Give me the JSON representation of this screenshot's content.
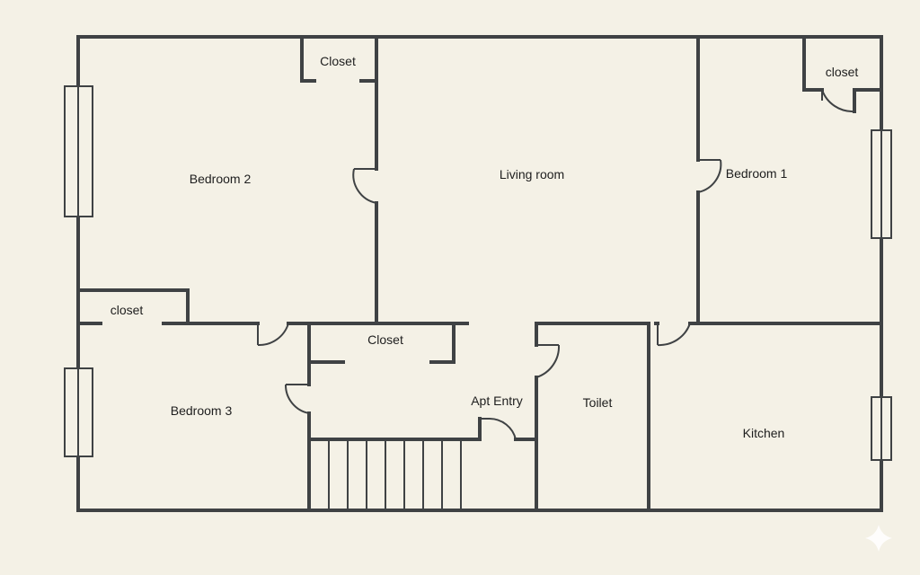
{
  "rooms": {
    "bedroom2": "Bedroom 2",
    "living_room": "Living room",
    "bedroom1": "Bedroom 1",
    "bedroom3": "Bedroom 3",
    "apt_entry": "Apt Entry",
    "toilet": "Toilet",
    "kitchen": "Kitchen",
    "closet_bedroom2": "Closet",
    "closet_bedroom1": "closet",
    "closet_bedroom3": "closet",
    "closet_hall": "Closet"
  },
  "colors": {
    "wall": "#3f4244",
    "background": "#f4f1e6"
  },
  "icons": {
    "watermark": "sparkle-icon"
  }
}
